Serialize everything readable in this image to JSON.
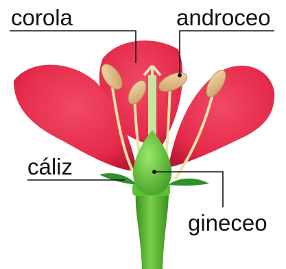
{
  "labels": {
    "corola": "corola",
    "androceo": "androceo",
    "caliz": "cáliz",
    "gineceo": "gineceo"
  },
  "colors": {
    "petal": "#e52a4a",
    "petal_dark": "#b8152f",
    "stamen_filament": "#e8e3a8",
    "anther": "#e9c08a",
    "pistil": "#5fc93a",
    "stem": "#58b52f",
    "sepal": "#2f8f2a",
    "leader_line": "#111111"
  }
}
